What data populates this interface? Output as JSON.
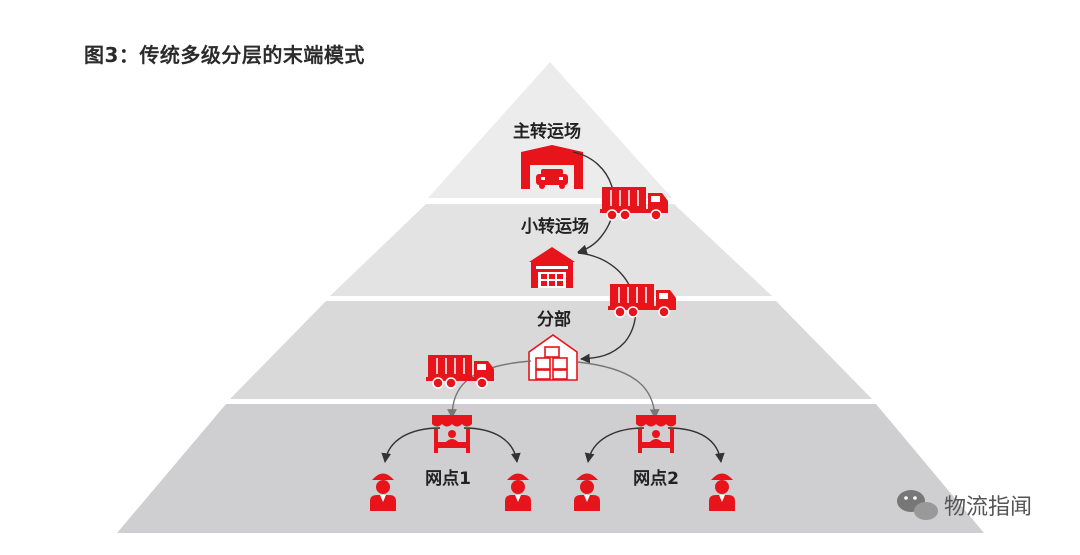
{
  "figure": {
    "title": "图3：传统多级分层的末端模式"
  },
  "levels": {
    "main_hub": "主转运场",
    "small_hub": "小转运场",
    "branch": "分部",
    "outlet_1": "网点1",
    "outlet_2": "网点2"
  },
  "watermark": {
    "text": "物流指闻"
  },
  "icons": [
    "warehouse-icon",
    "truck-icon",
    "building-icon",
    "package-house-icon",
    "store-icon",
    "courier-icon",
    "wechat-icon"
  ],
  "colors": {
    "accent_red": "#e8141b",
    "tier_1": "#ececec",
    "tier_2": "#e3e3e3",
    "tier_3": "#d9d9da",
    "tier_4": "#cfcfd1",
    "arrow": "#333333"
  }
}
